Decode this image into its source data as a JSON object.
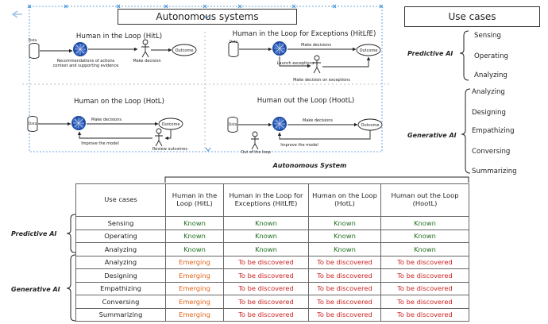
{
  "header": {
    "title": "Autonomous systems",
    "use_cases_title": "Use cases"
  },
  "quadrants": [
    {
      "title": "Human in the Loop (HitL)",
      "data_label": "Data",
      "outcome_label": "Outcome",
      "annotations": [
        "Recommendations of actions",
        "context and supporting evidence",
        "Make decision"
      ]
    },
    {
      "title": "Human in the Loop for Exceptions (HitLfE)",
      "data_label": "Data",
      "outcome_label": "Outcome",
      "annotations": [
        "Make decisions",
        "Launch exceptions",
        "Make decision on exceptions"
      ]
    },
    {
      "title": "Human on the Loop (HotL)",
      "data_label": "Data",
      "outcome_label": "Outcome",
      "annotations": [
        "Make decisions",
        "Improve the model",
        "Review outcomes"
      ]
    },
    {
      "title": "Human out the Loop (HootL)",
      "data_label": "Data",
      "outcome_label": "Outcome",
      "annotations": [
        "Make decisions",
        "Improve the model",
        "Out of the loop"
      ]
    }
  ],
  "use_cases": {
    "predictive_label": "Predictive AI",
    "generative_label": "Generative AI",
    "predictive": [
      "Sensing",
      "Operating",
      "Analyzing"
    ],
    "generative": [
      "Analyzing",
      "Designing",
      "Empathizing",
      "Conversing",
      "Summarizing"
    ]
  },
  "matrix": {
    "title": "Autonomous System",
    "predictive_label": "Predictive AI",
    "generative_label": "Generative AI",
    "headers": [
      "Use cases",
      "Human in the Loop (HitL)",
      "Human in the Loop for Exceptions (HitLfE)",
      "Human on the Loop (HotL)",
      "Human out the Loop (HootL)"
    ],
    "rows": [
      {
        "name": "Sensing",
        "cells": [
          "Known",
          "Known",
          "Known",
          "Known"
        ]
      },
      {
        "name": "Operating",
        "cells": [
          "Known",
          "Known",
          "Known",
          "Known"
        ]
      },
      {
        "name": "Analyzing",
        "cells": [
          "Known",
          "Known",
          "Known",
          "Known"
        ]
      },
      {
        "name": "Analyzing",
        "cells": [
          "Emerging",
          "To be discovered",
          "To be discovered",
          "To be discovered"
        ]
      },
      {
        "name": "Designing",
        "cells": [
          "Emerging",
          "To be discovered",
          "To be discovered",
          "To be discovered"
        ]
      },
      {
        "name": "Empathizing",
        "cells": [
          "Emerging",
          "To be discovered",
          "To be discovered",
          "To be discovered"
        ]
      },
      {
        "name": "Conversing",
        "cells": [
          "Emerging",
          "To be discovered",
          "To be discovered",
          "To be discovered"
        ]
      },
      {
        "name": "Summarizing",
        "cells": [
          "Emerging",
          "To be discovered",
          "To be discovered",
          "To be discovered"
        ]
      }
    ]
  },
  "colors": {
    "known": "#1f6e1f",
    "emerging": "#e06418",
    "to_be_discovered": "#cc2222",
    "selection_handles": "#3b8fd9",
    "brain": "#1e4aa0"
  }
}
